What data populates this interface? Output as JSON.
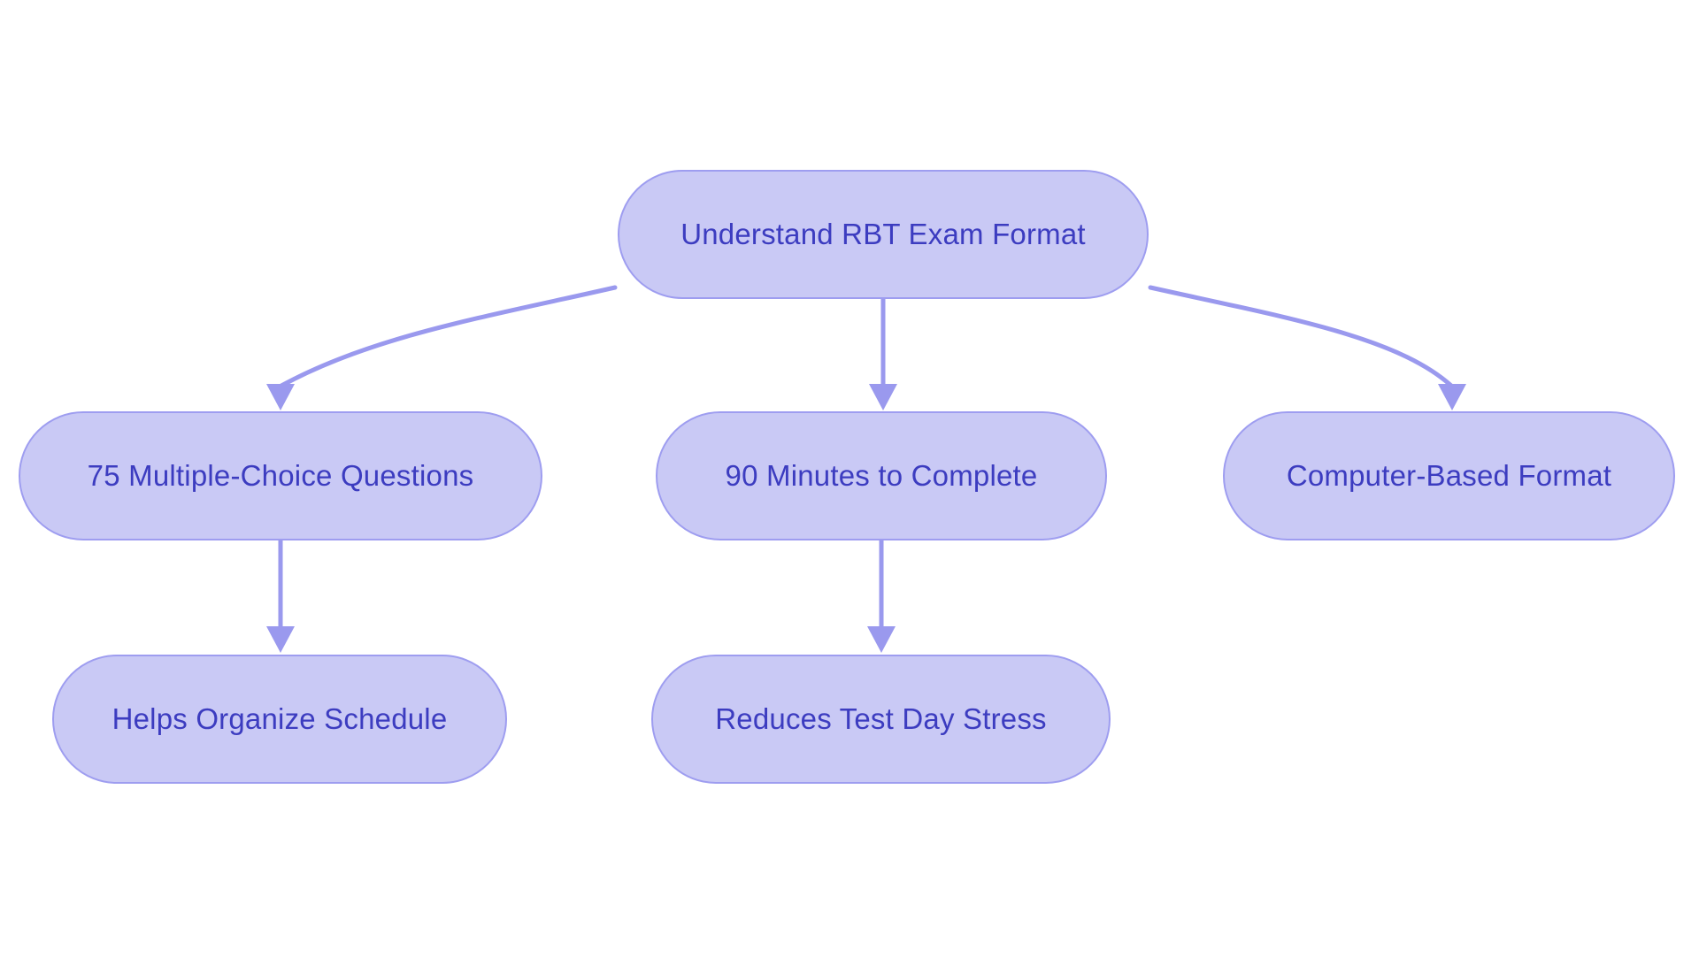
{
  "diagram": {
    "type": "flowchart",
    "direction": "top-down",
    "colors": {
      "background": "#ffffff",
      "node_fill": "#c9c9f5",
      "node_border": "#9e9df0",
      "edge": "#9a99ee",
      "text": "#3c3cc0"
    },
    "nodes": {
      "root": {
        "label": "Understand RBT Exam Format"
      },
      "questions": {
        "label": "75 Multiple-Choice Questions"
      },
      "minutes": {
        "label": "90 Minutes to Complete"
      },
      "format": {
        "label": "Computer-Based Format"
      },
      "schedule": {
        "label": "Helps Organize Schedule"
      },
      "stress": {
        "label": "Reduces Test Day Stress"
      }
    },
    "edges": [
      {
        "from": "root",
        "to": "questions"
      },
      {
        "from": "root",
        "to": "minutes"
      },
      {
        "from": "root",
        "to": "format"
      },
      {
        "from": "questions",
        "to": "schedule"
      },
      {
        "from": "minutes",
        "to": "stress"
      }
    ]
  }
}
